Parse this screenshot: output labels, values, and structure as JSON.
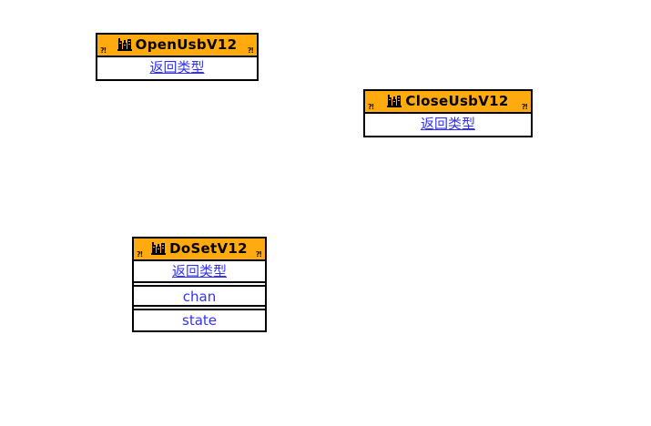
{
  "colors": {
    "header_bg": "#FFAB0F",
    "border": "#000000",
    "text_blue": "#3232FA",
    "title_text": "#000000",
    "marker": "#221100",
    "canvas_bg": "#FFFFFF"
  },
  "markers": {
    "left": "?!",
    "right": "?!"
  },
  "nodes": [
    {
      "title": "OpenUsbV12",
      "rows": [
        {
          "label": "返回类型"
        }
      ]
    },
    {
      "title": "CloseUsbV12",
      "rows": [
        {
          "label": "返回类型"
        }
      ]
    },
    {
      "title": "DoSetV12",
      "rows": [
        {
          "label": "返回类型"
        },
        {
          "label": "chan"
        },
        {
          "label": "state"
        }
      ]
    }
  ]
}
